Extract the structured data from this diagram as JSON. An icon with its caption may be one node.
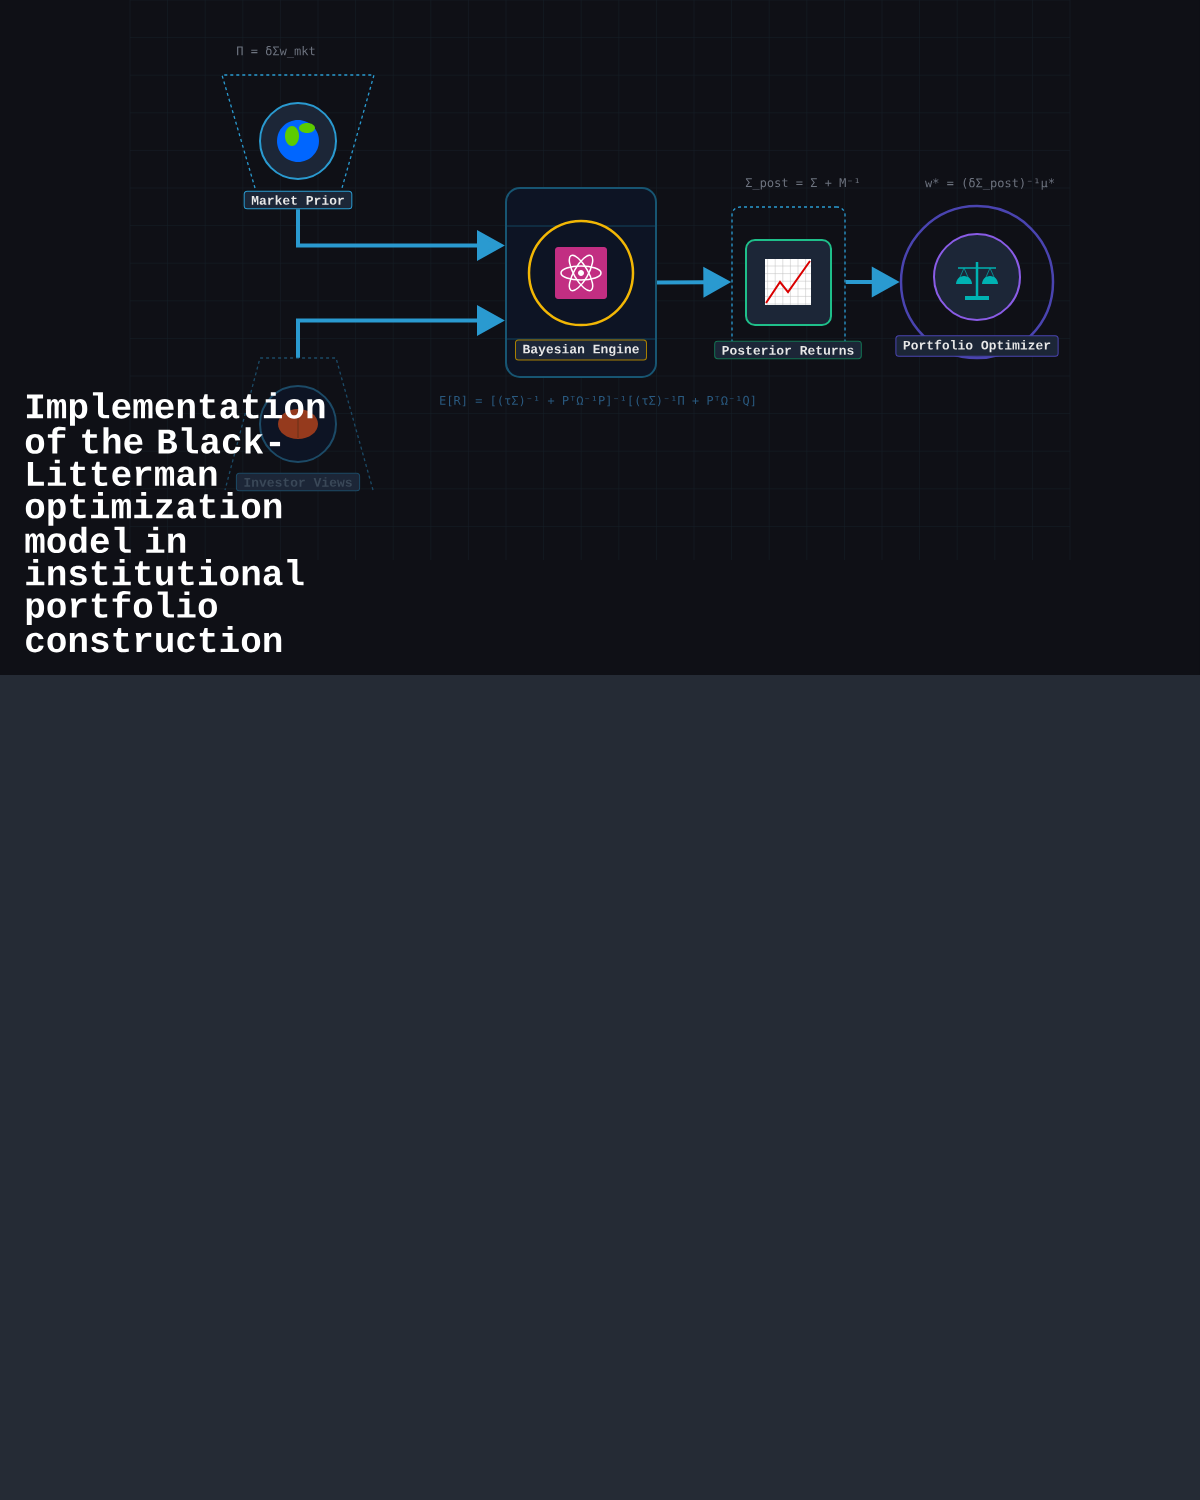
{
  "diagram": {
    "title": "Implementation of the Black-Litterman optimization model in institutional portfolio construction",
    "nodes": [
      {
        "text": [
          "Market Prior"
        ],
        "beside": [
          "Π = δΣw_mkt"
        ]
      },
      {
        "text": [
          "Investor Views"
        ]
      },
      {
        "text": [
          "Bayesian Engine"
        ],
        "beside": [
          "E[R] = [(τΣ)⁻¹ + PᵀΩ⁻¹P]⁻¹[(τΣ)⁻¹Π + PᵀΩ⁻¹Q]"
        ]
      },
      {
        "text": [
          "Posterior Returns"
        ],
        "beside": [
          "Σ_post = Σ + M⁻¹"
        ]
      },
      {
        "text": [
          "Portfolio Optimizer"
        ],
        "beside": [
          "w* = (δΣ_post)⁻¹μ*"
        ]
      }
    ],
    "edges": [
      {
        "from": 0,
        "to": 2,
        "arrow": "to"
      },
      {
        "from": 1,
        "to": 2,
        "arrow": "to"
      },
      {
        "from": 2,
        "to": 3,
        "arrow": "to"
      },
      {
        "from": 3,
        "to": 4,
        "arrow": "to"
      }
    ]
  }
}
